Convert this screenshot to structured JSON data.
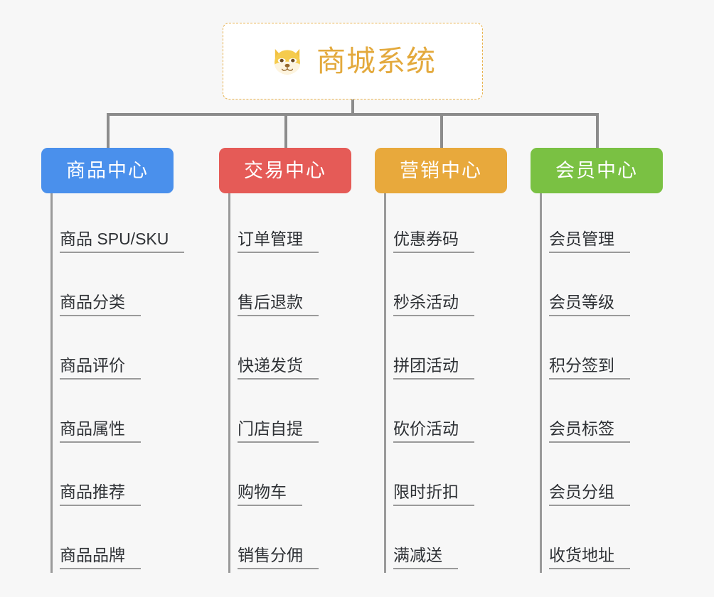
{
  "page": {
    "background_color": "#f7f7f7",
    "title": "商城系统",
    "root_icon": "dog-face-icon",
    "root_border_color": "#e8b14c",
    "root_text_color": "#e3a93c",
    "connector_color": "#8c8c8c"
  },
  "columns": [
    {
      "category": "商品中心",
      "color": "#4a90ec",
      "items": [
        "商品 SPU/SKU",
        "商品分类",
        "商品评价",
        "商品属性",
        "商品推荐",
        "商品品牌"
      ]
    },
    {
      "category": "交易中心",
      "color": "#e55b57",
      "items": [
        "订单管理",
        "售后退款",
        "快递发货",
        "门店自提",
        "购物车",
        "销售分佣"
      ]
    },
    {
      "category": "营销中心",
      "color": "#e8a93c",
      "items": [
        "优惠券码",
        "秒杀活动",
        "拼团活动",
        "砍价活动",
        "限时折扣",
        "满减送"
      ]
    },
    {
      "category": "会员中心",
      "color": "#7ac143",
      "items": [
        "会员管理",
        "会员等级",
        "积分签到",
        "会员标签",
        "会员分组",
        "收货地址"
      ]
    }
  ]
}
